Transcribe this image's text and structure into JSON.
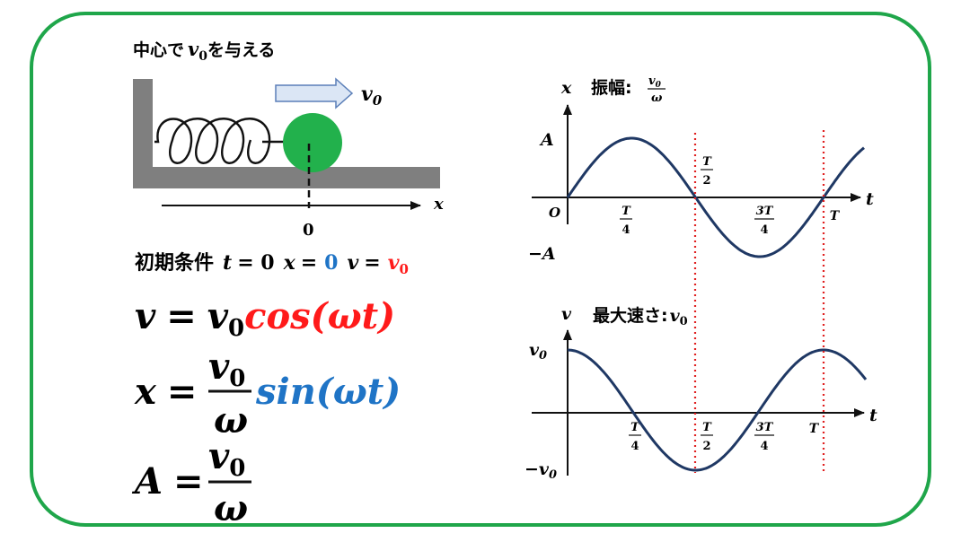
{
  "colors": {
    "frame": "#1fa64a",
    "wall": "#7f7f7f",
    "mass": "#22b14c",
    "curve": "#1f3864",
    "red": "#ff1a1a",
    "blue": "#1f74c6",
    "arrow_fill": "#dbe6f5",
    "arrow_stroke": "#5b7fb8",
    "dotted": "#e02020"
  },
  "setup": {
    "title_prefix": "中心で",
    "title_var": "v",
    "title_sub": "0",
    "title_suffix": "を与える",
    "arrow_var": "v",
    "arrow_sub": "0",
    "axis_label": "x",
    "origin_label": "0"
  },
  "initial": {
    "label": "初期条件",
    "t_var": "t",
    "eq1": "= 0",
    "x_var": "x",
    "eq2": "=",
    "x_value": "0",
    "v_var": "v",
    "eq3": "=",
    "v_value_var": "v",
    "v_value_sub": "0"
  },
  "formulas": {
    "f1_lhs": "v",
    "f1_eq": "=",
    "f1_var": "v",
    "f1_sub": "0",
    "f1_func": "cos(ωt)",
    "f2_lhs": "x",
    "f2_eq": "=",
    "f2_num_var": "v",
    "f2_num_sub": "0",
    "f2_den": "ω",
    "f2_func": "sin(ωt)",
    "f3_lhs": "A",
    "f3_eq": "=",
    "f3_num_var": "v",
    "f3_num_sub": "0",
    "f3_den": "ω"
  },
  "graph_x": {
    "y_axis_label": "x",
    "title": "振幅:",
    "title_num_var": "v",
    "title_num_sub": "0",
    "title_den": "ω",
    "y_pos": "A",
    "y_neg": "−A",
    "origin": "O",
    "t_axis_label": "t",
    "tick_q1_num": "T",
    "tick_q1_den": "4",
    "tick_half_num": "T",
    "tick_half_den": "2",
    "tick_q3_num": "3T",
    "tick_q3_den": "4",
    "tick_full": "T"
  },
  "graph_v": {
    "y_axis_label": "v",
    "title": "最大速さ:",
    "title_var": "v",
    "title_sub": "0",
    "y_pos_var": "v",
    "y_pos_sub": "0",
    "y_neg_var": "−v",
    "y_neg_sub": "0",
    "t_axis_label": "t",
    "tick_q1_num": "T",
    "tick_q1_den": "4",
    "tick_half_num": "T",
    "tick_half_den": "2",
    "tick_q3_num": "3T",
    "tick_q3_den": "4",
    "tick_full": "T"
  }
}
